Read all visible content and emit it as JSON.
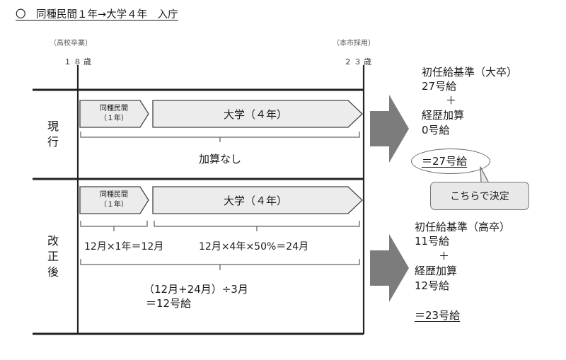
{
  "title": "〇　同種民間１年→大学４年　入庁",
  "labels": {
    "high_school_grad": "（高校卒業）",
    "city_hire": "（本市採用）",
    "age_start": "１８歳",
    "age_end": "２３歳"
  },
  "current": {
    "row_label": "現行",
    "private_box": "同種民間\n（１年）",
    "university_box": "大学（４年）",
    "addition_note": "加算なし",
    "result": {
      "line1": "初任給基準（大卒）",
      "line2": "27号給",
      "plus": "＋",
      "line3": "経歴加算",
      "line4": "0号給",
      "total": "＝27号給"
    }
  },
  "revised": {
    "row_label": "改正後",
    "private_box": "同種民間\n（１年）",
    "university_box": "大学（４年）",
    "private_calc": "12月×1年＝12月",
    "university_calc": "12月×4年×50%＝24月",
    "formula_line1": "（12月+24月）÷3月",
    "formula_line2": "＝12号給",
    "result": {
      "line1": "初任給基準（高卒）",
      "line2": "11号給",
      "plus": "＋",
      "line3": "経歴加算",
      "line4": "12号給",
      "total": "＝23号給"
    }
  },
  "callout": "こちらで決定"
}
